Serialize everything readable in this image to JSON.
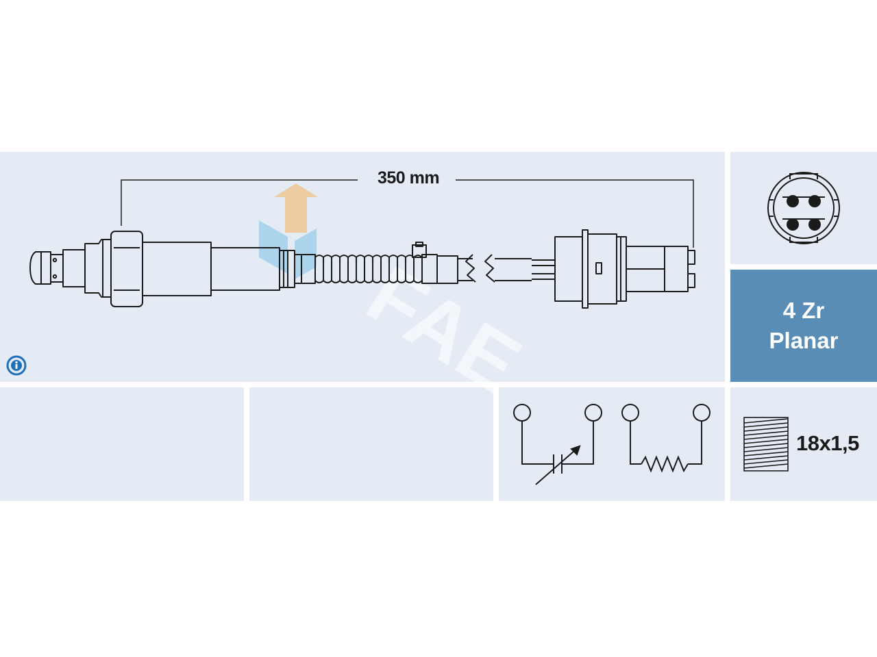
{
  "dimension": {
    "length_label": "350 mm"
  },
  "sensor_type": {
    "line1": "4 Zr",
    "line2": "Planar"
  },
  "thread": {
    "label": "18x1,5"
  },
  "watermark": {
    "text": "FAE"
  },
  "colors": {
    "panel_bg": "#e4ebf5",
    "type_panel_bg": "#5a8db6",
    "line": "#1a1a1a",
    "info_icon": "#1d6fb8",
    "watermark_orange": "#f2b25a",
    "watermark_blue": "#7fc1e6"
  }
}
